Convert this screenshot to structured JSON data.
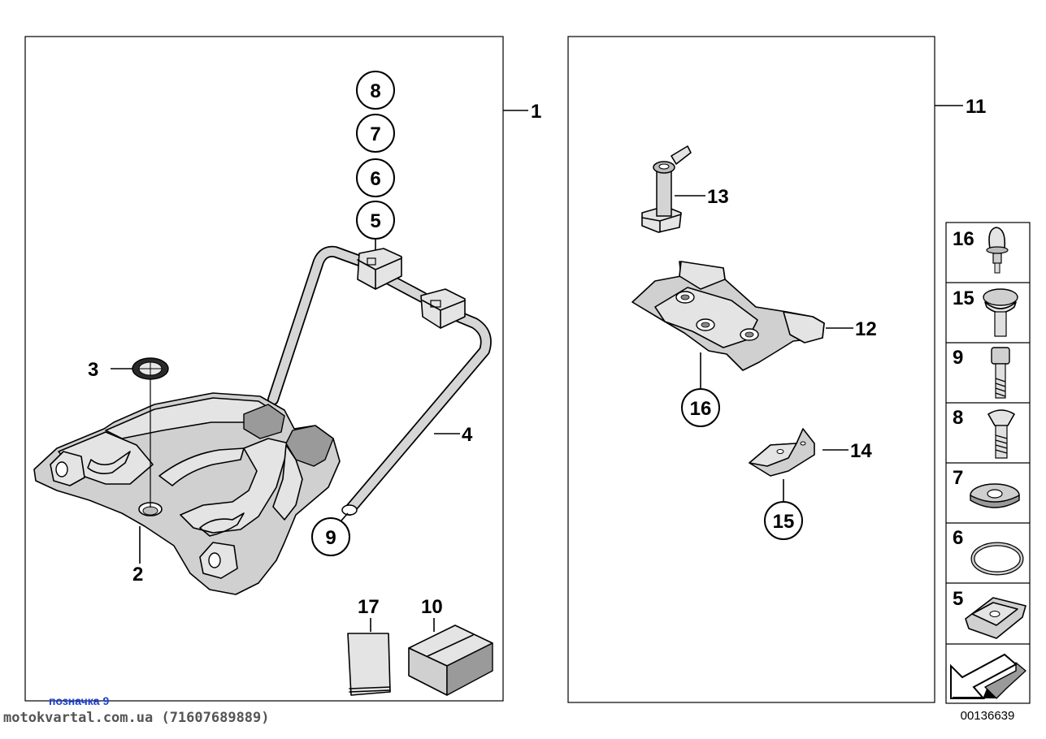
{
  "diagram": {
    "reference_number": "00136639",
    "caption": "позначка 9",
    "watermark": "motokvartal.com.ua (71607689889)",
    "callouts": {
      "c1": "1",
      "c2": "2",
      "c3": "3",
      "c4": "4",
      "c11": "11",
      "c12": "12",
      "c13": "13",
      "c14": "14",
      "c17": "17",
      "c10": "10"
    },
    "circled": {
      "c8": "8",
      "c7": "7",
      "c6": "6",
      "c5": "5",
      "c9": "9",
      "c16": "16",
      "c15": "15"
    },
    "thumbnails": {
      "t16": "16",
      "t15": "15",
      "t9": "9",
      "t8": "8",
      "t7": "7",
      "t6": "6",
      "t5": "5"
    }
  }
}
